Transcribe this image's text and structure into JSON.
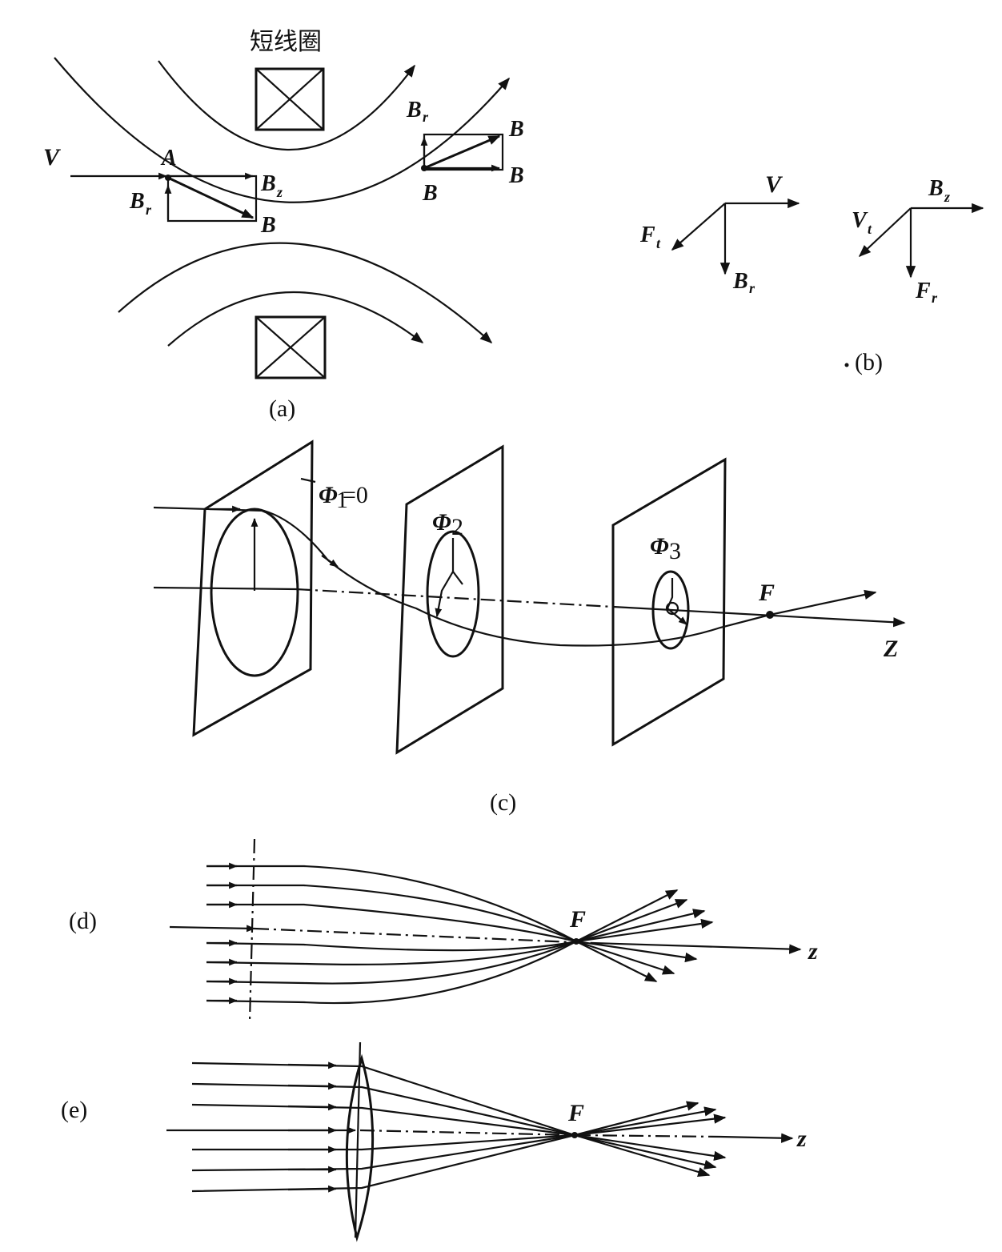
{
  "panel_a": {
    "coil_label": "短线圈",
    "caption": "(a)",
    "labels": {
      "V": "V",
      "A": "A",
      "Br_left": "B",
      "Br_left_sub": "r",
      "Bz": "B",
      "Bz_sub": "z",
      "B_bottom": "B",
      "Br_right": "B",
      "Br_right_sub": "r",
      "B_right_top": "B",
      "B_right_mid": "B",
      "B_right_point": "B"
    }
  },
  "panel_b": {
    "caption": "(b)",
    "left": {
      "V": "V",
      "F": "F",
      "F_sub": "t",
      "Br": "B",
      "Br_sub": "r"
    },
    "right": {
      "Bz": "B",
      "Bz_sub": "z",
      "Vt": "V",
      "Vt_sub": "t",
      "Fr": "F",
      "Fr_sub": "r"
    }
  },
  "panel_c": {
    "caption": "(c)",
    "phi1": "Φ",
    "phi1_sub": "1",
    "phi1_eq": "=0",
    "phi2": "Φ",
    "phi2_sub": "2",
    "phi3": "Φ",
    "phi3_sub": "3",
    "focus": "F",
    "axis": "Z"
  },
  "panel_d": {
    "caption": "(d)",
    "focus": "F",
    "axis": "z"
  },
  "panel_e": {
    "caption": "(e)",
    "focus": "F",
    "axis": "z"
  }
}
